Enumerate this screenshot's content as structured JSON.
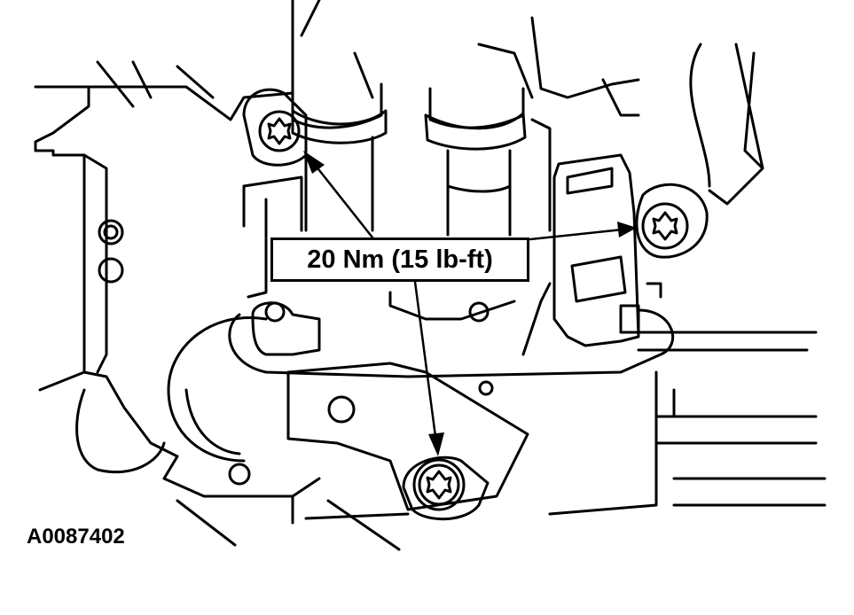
{
  "callout": {
    "torque_spec": "20 Nm (15 lb-ft)"
  },
  "figure": {
    "id": "A0087402"
  },
  "colors": {
    "line": "#000000",
    "background": "#ffffff"
  },
  "fasteners": [
    {
      "name": "upper-left-torx-bolt"
    },
    {
      "name": "upper-right-torx-bolt"
    },
    {
      "name": "lower-torx-bolt"
    }
  ]
}
